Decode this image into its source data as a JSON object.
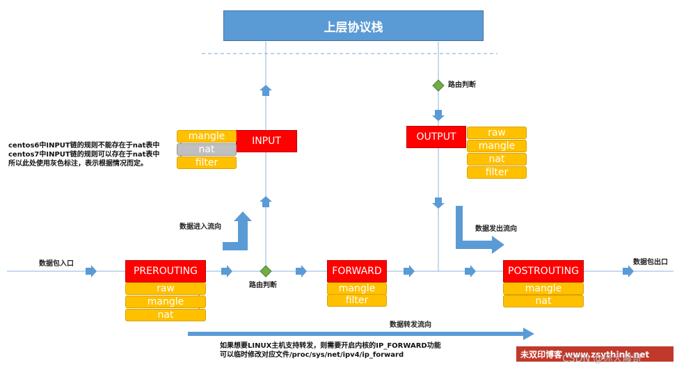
{
  "top_stack": {
    "label": "上层协议栈"
  },
  "chains": {
    "input": "INPUT",
    "output": "OUTPUT",
    "prerouting": "PREROUTING",
    "forward": "FORWARD",
    "postrouting": "POSTROUTING"
  },
  "tables": {
    "input": [
      "mangle",
      "nat",
      "filter"
    ],
    "output": [
      "raw",
      "mangle",
      "nat",
      "filter"
    ],
    "prerouting": [
      "raw",
      "mangle",
      "nat"
    ],
    "forward": [
      "mangle",
      "filter"
    ],
    "postrouting": [
      "mangle",
      "nat"
    ]
  },
  "labels": {
    "packet_in": "数据包入口",
    "packet_out": "数据包出口",
    "route_decision_top": "路由判断",
    "route_decision_bottom": "路由判断",
    "flow_in": "数据进入流向",
    "flow_out": "数据发出流向",
    "flow_forward": "数据转发流向"
  },
  "notes": {
    "input_note": [
      "centos6中INPUT链的规则不能存在于nat表中",
      "centos7中INPUT链的规则可以存在于nat表中",
      "所以此处使用灰色标注，表示根据情况而定。"
    ],
    "forward_note": [
      "如果想要LINUX主机支持转发，则需要开启内核的IP_FORWARD功能",
      "可以临时修改对应文件/proc/sys/net/ipv4/ip_forward"
    ]
  },
  "watermark": {
    "banner": "未双印博客 www.zsythink.net",
    "csdn": "CSDN @你大晨哥"
  },
  "colors": {
    "stack_blue": "#5b9bd5",
    "chain_red": "#ff0000",
    "table_yellow": "#ffc000",
    "table_gray": "#bfbfbf",
    "arrow_blue": "#5b9bd5",
    "line_blue": "#6fa8dc",
    "diamond_green": "#70ad47"
  }
}
